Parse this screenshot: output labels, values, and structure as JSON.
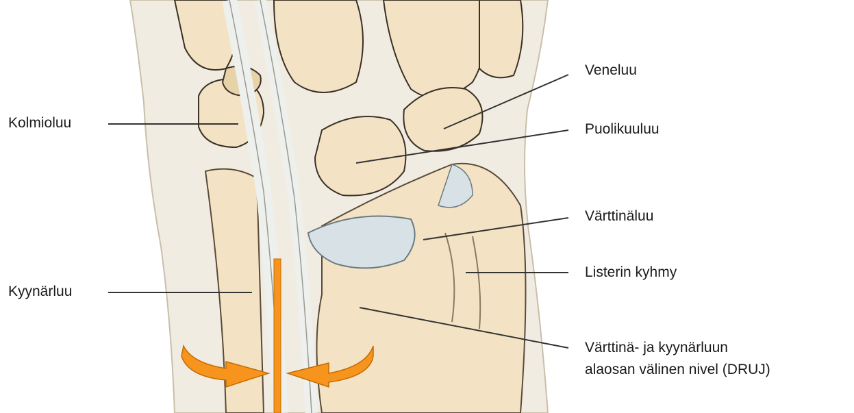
{
  "labels": {
    "kolmioluu": "Kolmioluu",
    "kyynarluu": "Kyynärluu",
    "veneluu": "Veneluu",
    "puolikuuluu": "Puolikuuluu",
    "varttinaluu": "Värttinäluu",
    "listerin": "Listerin kyhmy",
    "druj_line1": "Värttinä- ja kyynärluun",
    "druj_line2": "alaosan välinen nivel (DRUJ)"
  },
  "colors": {
    "bone": "#f3e3c4",
    "bone_dark": "#e8d2a8",
    "bone_outline": "#3a3026",
    "cartilage": "#d8e2e6",
    "tendon": "#eef0ee",
    "leader_line": "#333333",
    "arrow_orange": "#f7941d"
  },
  "icons": {
    "rotation_left": "curved-arrow-right-icon",
    "rotation_right": "curved-arrow-left-icon",
    "axis": "vertical-axis-bar"
  }
}
